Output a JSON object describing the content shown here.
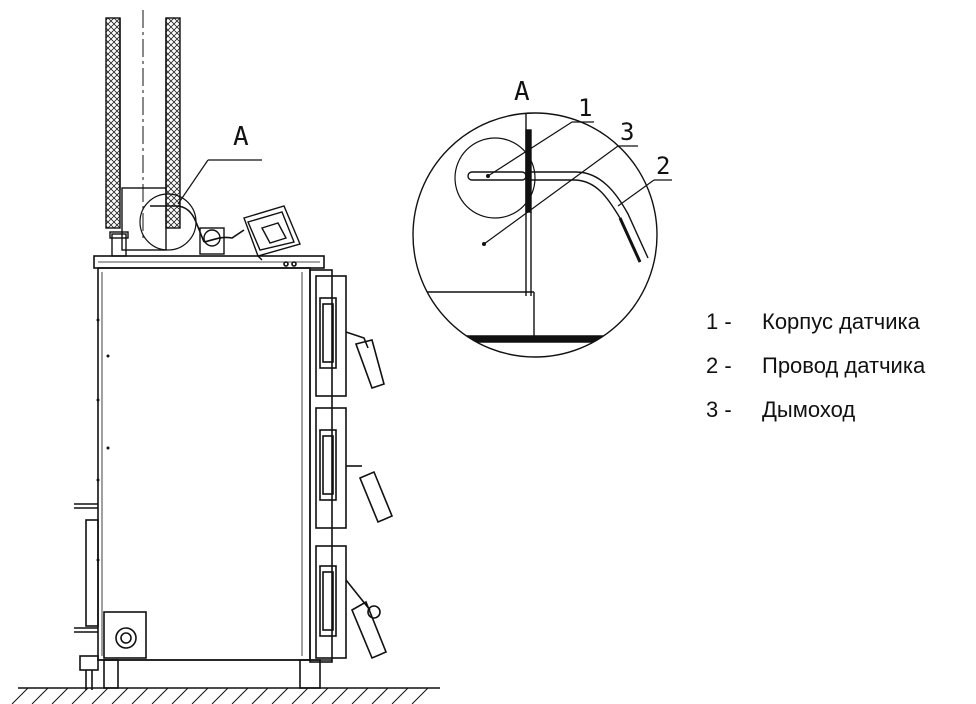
{
  "callouts": {
    "main_view_label": "A",
    "detail_title": "A",
    "part_1": "1",
    "part_2": "2",
    "part_3": "3"
  },
  "legend": [
    {
      "num": "1 -",
      "text": "Корпус датчика"
    },
    {
      "num": "2 -",
      "text": "Провод датчика"
    },
    {
      "num": "3 -",
      "text": "Дымоход"
    }
  ]
}
